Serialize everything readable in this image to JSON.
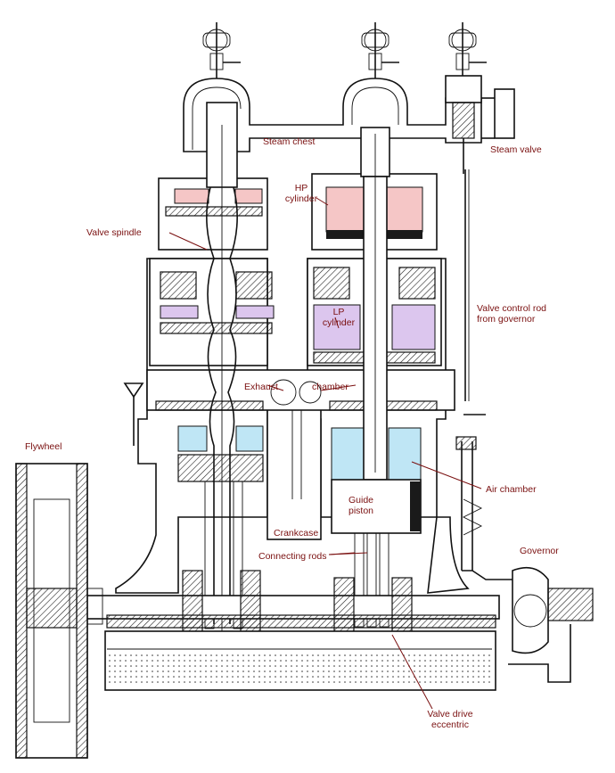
{
  "colors": {
    "label": "#7a1010",
    "hp_cylinder": "#f5c6c6",
    "lp_cylinder": "#dcc6ee",
    "air_chamber": "#bfe6f5",
    "ink": "#111111"
  },
  "labels": {
    "steam_chest": "Steam chest",
    "steam_valve": "Steam valve",
    "hp_cylinder_1": "HP",
    "hp_cylinder_2": "cylinder",
    "valve_spindle": "Valve spindle",
    "valve_control_rod_1": "Valve control rod",
    "valve_control_rod_2": "from governor",
    "lp_cylinder_1": "LP",
    "lp_cylinder_2": "cylinder",
    "exhaust": "Exhaust",
    "chamber": "chamber",
    "flywheel": "Flywheel",
    "air_chamber": "Air chamber",
    "guide_piston_1": "Guide",
    "guide_piston_2": "piston",
    "crankcase": "Crankcase",
    "connecting_rods": "Connecting rods",
    "governor": "Governor",
    "valve_drive_1": "Valve drive",
    "valve_drive_2": "eccentric"
  }
}
